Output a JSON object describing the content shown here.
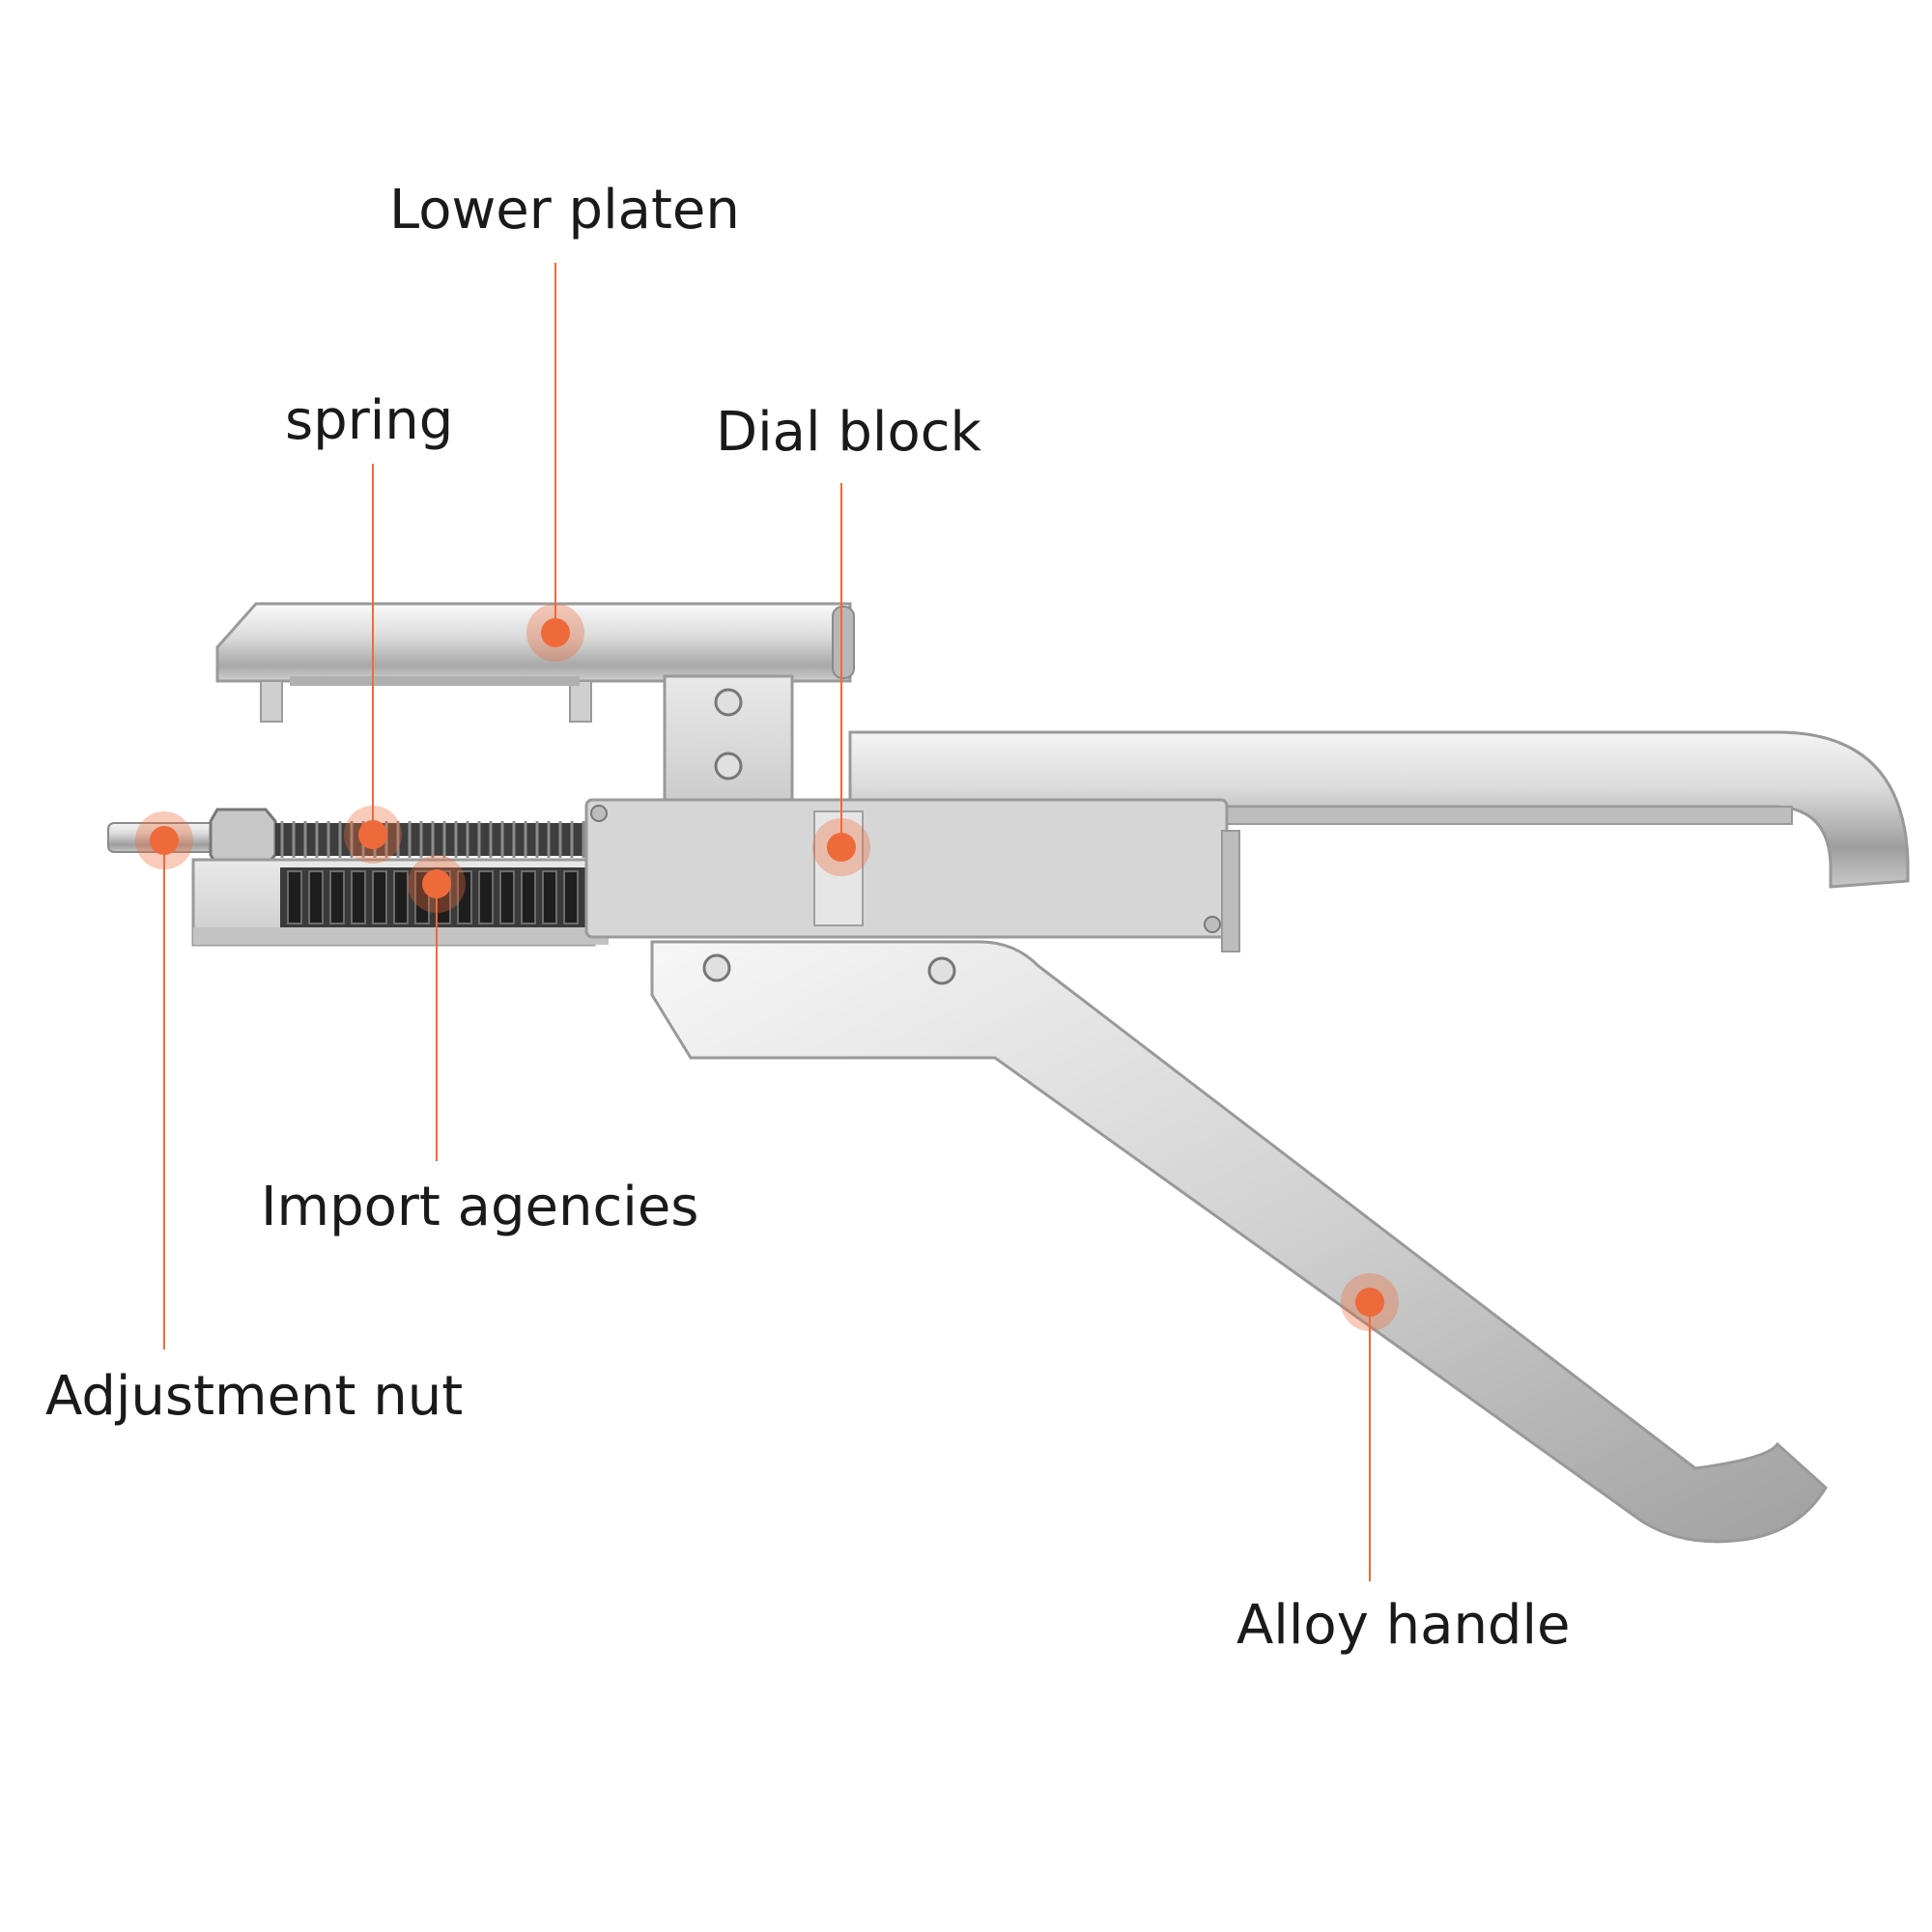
{
  "diagram": {
    "colors": {
      "accent": "#ef6a3a",
      "label_text": "#1a1a1a",
      "metal_light": "#f1f1f1",
      "metal_mid": "#c9c9c9",
      "metal_dark": "#8f8f8f",
      "background": "#ffffff"
    },
    "callouts": {
      "lower_platen": {
        "label": "Lower platen"
      },
      "spring": {
        "label": "spring"
      },
      "dial_block": {
        "label": "Dial block"
      },
      "import_agencies": {
        "label": "Import agencies"
      },
      "adjustment_nut": {
        "label": "Adjustment nut"
      },
      "alloy_handle": {
        "label": "Alloy handle"
      }
    }
  }
}
